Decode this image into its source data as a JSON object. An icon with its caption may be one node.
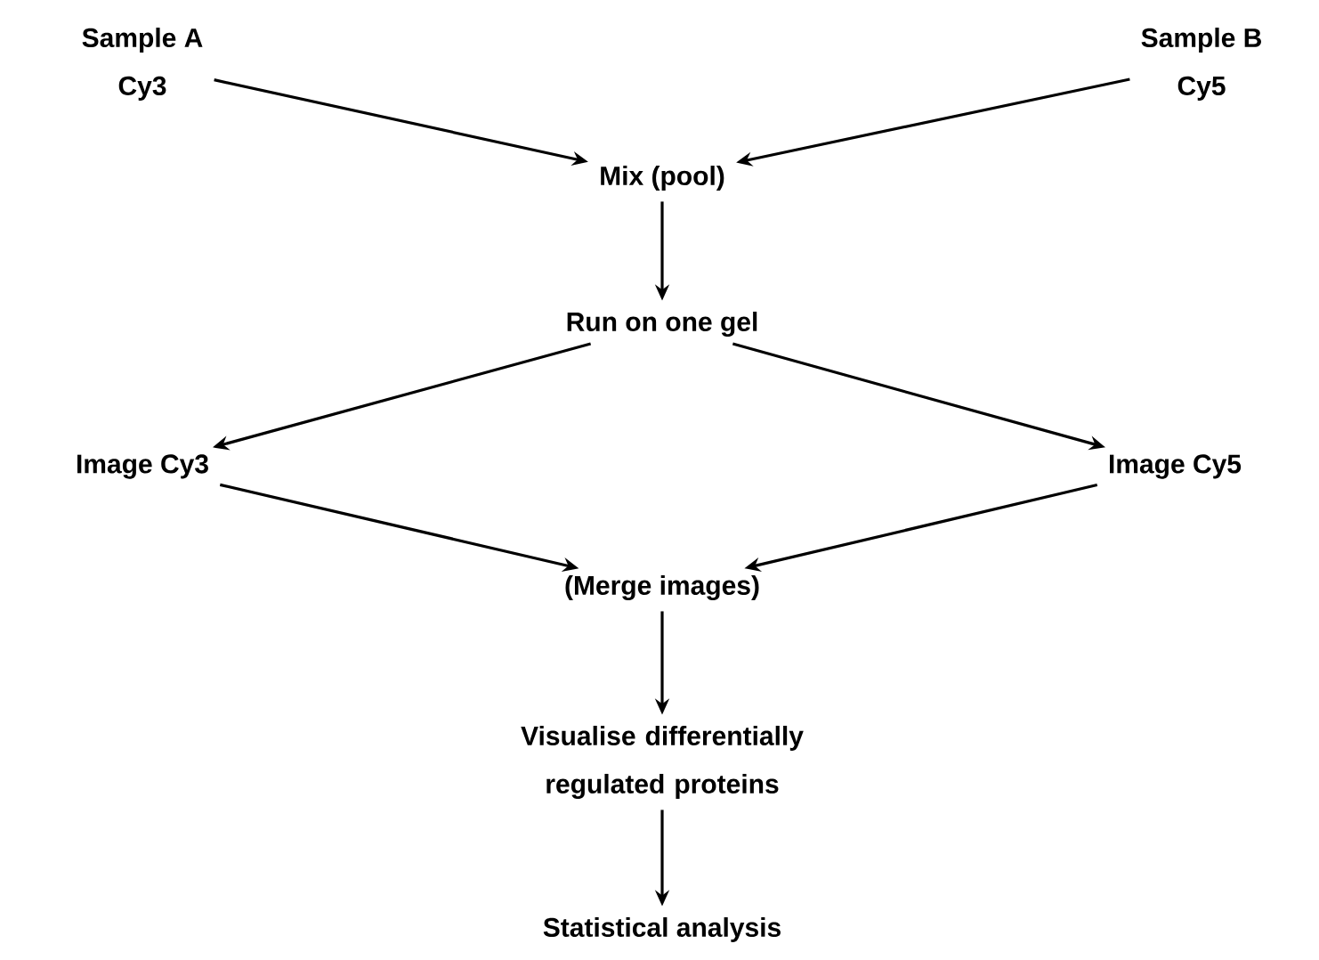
{
  "diagram": {
    "nodes": [
      {
        "text": [
          "Sample A",
          "Cy3"
        ]
      },
      {
        "text": [
          "Sample B",
          "Cy5"
        ]
      },
      {
        "text": [
          "Mix (pool)"
        ]
      },
      {
        "text": [
          "Run on one gel"
        ]
      },
      {
        "text": [
          "Image Cy3"
        ]
      },
      {
        "text": [
          "Image Cy5"
        ]
      },
      {
        "text": [
          "(Merge images)"
        ]
      },
      {
        "text": [
          "Visualise differentially regulated proteins"
        ]
      },
      {
        "text": [
          "Statistical analysis"
        ]
      }
    ],
    "edges": [
      {
        "from": 0,
        "to": 2,
        "arrow": "to"
      },
      {
        "from": 1,
        "to": 2,
        "arrow": "to"
      },
      {
        "from": 2,
        "to": 3,
        "arrow": "to"
      },
      {
        "from": 3,
        "to": 4,
        "arrow": "to"
      },
      {
        "from": 3,
        "to": 5,
        "arrow": "to"
      },
      {
        "from": 4,
        "to": 6,
        "arrow": "to"
      },
      {
        "from": 5,
        "to": 6,
        "arrow": "to"
      },
      {
        "from": 6,
        "to": 7,
        "arrow": "to"
      },
      {
        "from": 7,
        "to": 8,
        "arrow": "to"
      }
    ]
  }
}
